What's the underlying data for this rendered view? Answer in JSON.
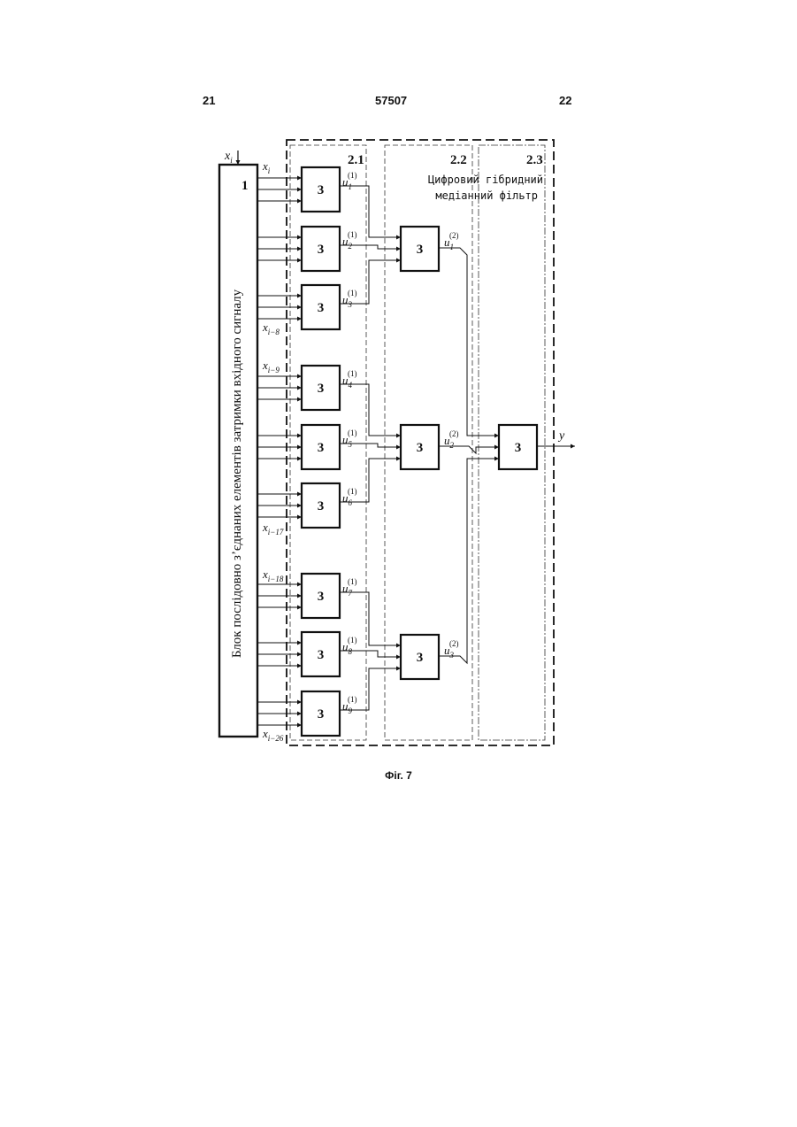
{
  "header": {
    "left": "21",
    "center": "57507",
    "right": "22"
  },
  "caption": "Фіг. 7",
  "diagram": {
    "input_label": "x",
    "input_sub": "i",
    "output_label": "y",
    "delay_block": {
      "number": "1",
      "label": "Блок послідовно з’єднаних елементів затримки вхідного сигналу"
    },
    "filter_title_line1": "Цифровий гібридний",
    "filter_title_line2": "медіанний фільтр",
    "stages": [
      {
        "number": "2.1"
      },
      {
        "number": "2.2"
      },
      {
        "number": "2.3"
      }
    ],
    "block_label": "3",
    "tap_labels": [
      {
        "main": "x",
        "sub": "i"
      },
      {
        "main": "x",
        "sub": "i−8"
      },
      {
        "main": "x",
        "sub": "i−9"
      },
      {
        "main": "x",
        "sub": "i−17"
      },
      {
        "main": "x",
        "sub": "i−18"
      },
      {
        "main": "x",
        "sub": "i−26"
      }
    ],
    "stage1_outputs": [
      {
        "main": "u",
        "sub": "1",
        "sup": "(1)"
      },
      {
        "main": "u",
        "sub": "2",
        "sup": "(1)"
      },
      {
        "main": "u",
        "sub": "3",
        "sup": "(1)"
      },
      {
        "main": "u",
        "sub": "4",
        "sup": "(1)"
      },
      {
        "main": "u",
        "sub": "5",
        "sup": "(1)"
      },
      {
        "main": "u",
        "sub": "6",
        "sup": "(1)"
      },
      {
        "main": "u",
        "sub": "7",
        "sup": "(1)"
      },
      {
        "main": "u",
        "sub": "8",
        "sup": "(1)"
      },
      {
        "main": "u",
        "sub": "9",
        "sup": "(1)"
      }
    ],
    "stage2_outputs": [
      {
        "main": "u",
        "sub": "1",
        "sup": "(2)"
      },
      {
        "main": "u",
        "sub": "2",
        "sup": "(2)"
      },
      {
        "main": "u",
        "sub": "3",
        "sup": "(2)"
      }
    ]
  }
}
